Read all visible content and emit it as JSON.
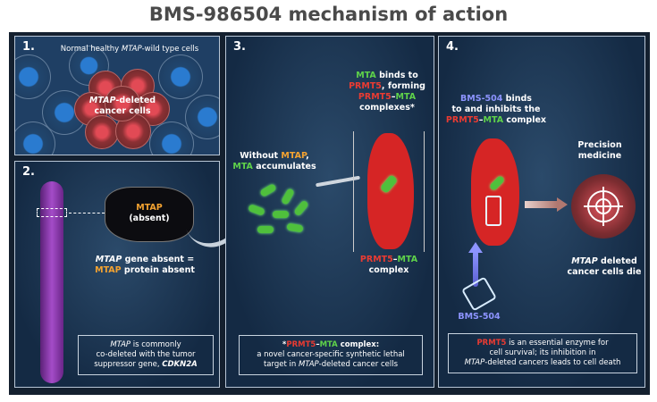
{
  "title": "BMS-986504 mechanism of action",
  "colors": {
    "mtap": "#f4a331",
    "mta": "#5fd34a",
    "prmt5": "#ea3b32",
    "bms": "#8d94ff"
  },
  "panel1": {
    "number": "1.",
    "label_pre": "Normal healthy ",
    "label_em": "MTAP",
    "label_post": "-wild type cells",
    "cancer_em": "MTAP",
    "cancer_post": "-deleted",
    "cancer_line2": "cancer cells"
  },
  "panel2": {
    "number": "2.",
    "mtap": "MTAP",
    "absent": "(absent)",
    "gene_em": "MTAP",
    "gene_post": " gene absent =",
    "protein_mtap": "MTAP",
    "protein_post": " protein absent",
    "note_em": "MTAP",
    "note_l1": " is commonly",
    "note_l2": "co-deleted with the tumor",
    "note_l3": "suppressor gene, ",
    "note_gene": "CDKN2A"
  },
  "panel3": {
    "number": "3.",
    "without": "Without ",
    "mtap": "MTAP",
    "comma": ",",
    "mta": "MTA",
    "accumulates": " accumulates",
    "binds_mta": "MTA",
    "binds_to": " binds to",
    "prmt5": "PRMT5",
    "forming": ", forming",
    "complex_prmt5": "PRMT5",
    "dash": "–",
    "complex_mta": "MTA",
    "complexes": "complexes*",
    "label_prmt5": "PRMT5",
    "label_mta": "MTA",
    "label_complex": "complex",
    "note_star": "*",
    "note_prmt5": "PRMT5",
    "note_mta": "MTA",
    "note_complex": " complex:",
    "note_l2": "a novel cancer-specific synthetic lethal",
    "note_l3_pre": "target in ",
    "note_l3_em": "MTAP",
    "note_l3_post": "-deleted cancer cells"
  },
  "panel4": {
    "number": "4.",
    "bms": "BMS-504",
    "binds": " binds",
    "l2": "to and inhibits the",
    "prmt5": "PRMT5",
    "mta": "MTA",
    "complex": " complex",
    "precision": "Precision",
    "medicine": "medicine",
    "die_em": "MTAP",
    "die_post": " deleted",
    "die_l2": "cancer cells die",
    "drug_label": "BMS-504",
    "note_prmt5": "PRMT5",
    "note_l1": " is an essential enzyme for",
    "note_l2": "cell survival; its inhibition in",
    "note_em": "MTAP",
    "note_l3": "-deleted cancers leads to cell death"
  }
}
